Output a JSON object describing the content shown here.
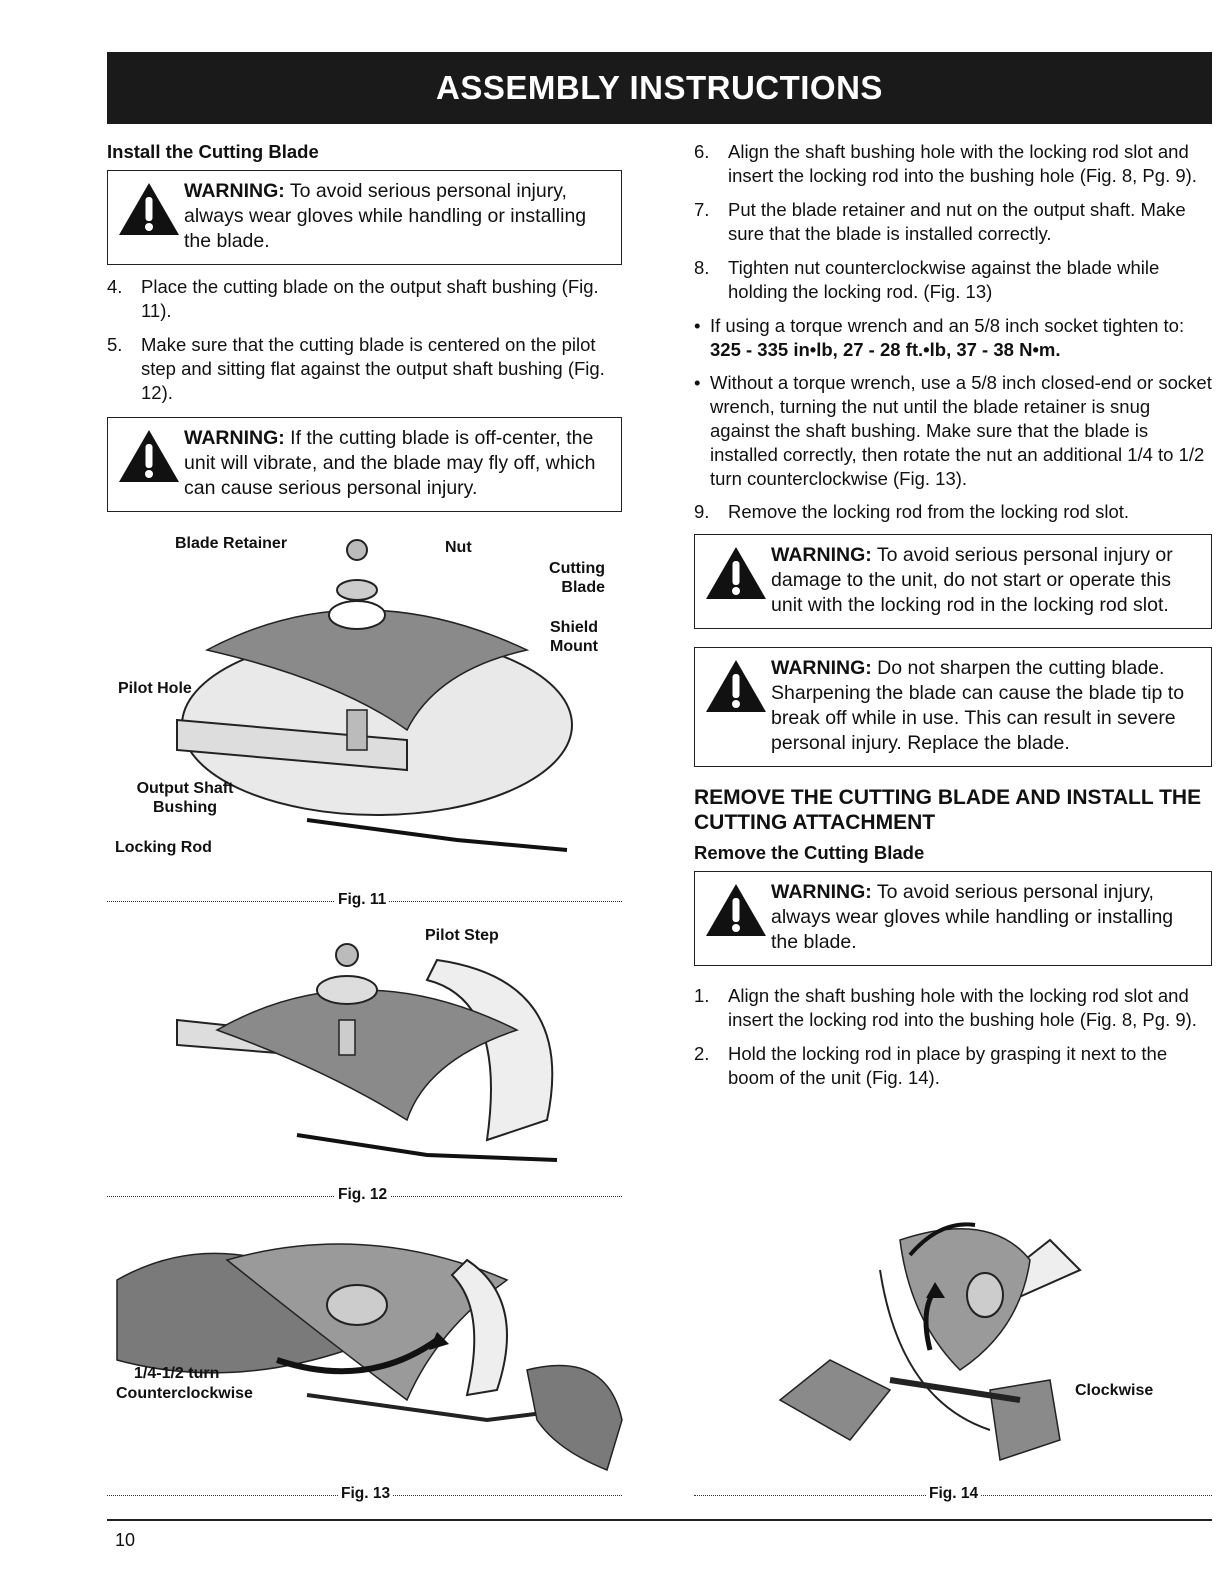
{
  "header": {
    "title": "ASSEMBLY INSTRUCTIONS"
  },
  "left": {
    "subhead": "Install the Cutting Blade",
    "warning1": {
      "label": "WARNING:",
      "text": " To avoid serious personal injury, always wear gloves while handling or installing the blade."
    },
    "steps": [
      {
        "num": "4.",
        "text": "Place the cutting blade on the output shaft bushing (Fig. 11)."
      },
      {
        "num": "5.",
        "text": "Make sure that the cutting blade is centered on the pilot step and sitting flat against the output shaft bushing (Fig. 12)."
      }
    ],
    "warning2": {
      "label": "WARNING:",
      "text": " If the cutting blade is off-center, the unit will vibrate, and the blade may fly off, which can cause serious personal injury."
    }
  },
  "fig11": {
    "caption": "Fig. 11",
    "labels": {
      "blade_retainer": "Blade Retainer",
      "nut": "Nut",
      "cutting_blade": "Cutting Blade",
      "shield_mount": "Shield Mount",
      "pilot_hole": "Pilot Hole",
      "output_shaft_bushing": "Output Shaft Bushing",
      "locking_rod": "Locking Rod"
    }
  },
  "fig12": {
    "caption": "Fig. 12",
    "labels": {
      "pilot_step": "Pilot Step"
    }
  },
  "fig13": {
    "caption": "Fig. 13",
    "labels": {
      "turn_amount": "1/4-1/2 turn",
      "turn_dir": "Counterclockwise"
    }
  },
  "fig14": {
    "caption": "Fig. 14",
    "labels": {
      "direction": "Clockwise"
    }
  },
  "right": {
    "steps": [
      {
        "num": "6.",
        "text": "Align the shaft bushing hole with the locking rod slot and insert the locking rod into the bushing hole (Fig. 8, Pg. 9)."
      },
      {
        "num": "7.",
        "text": "Put the blade retainer and nut on the output shaft. Make sure that the blade is installed correctly."
      },
      {
        "num": "8.",
        "text": "Tighten nut counterclockwise against the blade while holding the locking rod. (Fig. 13)"
      }
    ],
    "bullet1": {
      "lead": "If using a torque wrench and an 5/8 inch socket tighten to: ",
      "torque": "325 - 335 in•lb, 27 - 28 ft.•lb, 37 - 38 N•m."
    },
    "bullet2": "Without a torque wrench, use a 5/8 inch closed-end or socket wrench, turning the nut until the blade retainer is snug against the shaft bushing. Make sure that the blade is installed correctly, then rotate the nut an additional 1/4 to 1/2 turn counterclockwise (Fig. 13).",
    "step9": {
      "num": "9.",
      "text": "Remove the locking rod from the locking rod slot."
    },
    "warning3": {
      "label": "WARNING:",
      "text": " To avoid serious personal injury or damage to the unit, do not start or operate this unit with the locking rod in the locking rod slot."
    },
    "warning4": {
      "label": "WARNING:",
      "text": " Do not sharpen the cutting blade. Sharpening the blade can cause the blade tip to break off while in use. This can result in severe personal injury. Replace the blade."
    },
    "section_title": "REMOVE THE CUTTING BLADE AND INSTALL THE CUTTING ATTACHMENT",
    "subhead": "Remove the Cutting Blade",
    "warning5": {
      "label": "WARNING:",
      "text": " To avoid serious personal injury, always wear gloves while handling or installing the blade."
    },
    "steps2": [
      {
        "num": "1.",
        "text": "Align the shaft bushing hole with the locking rod slot and insert the locking rod into the bushing hole (Fig. 8, Pg. 9)."
      },
      {
        "num": "2.",
        "text": "Hold the locking rod in place by grasping it next to the boom of the unit (Fig. 14)."
      }
    ]
  },
  "footer": {
    "page_number": "10"
  }
}
